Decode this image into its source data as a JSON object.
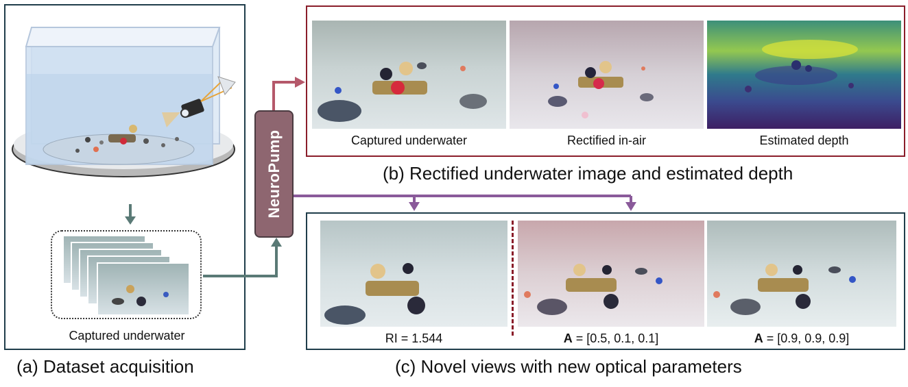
{
  "panel_a": {
    "title": "(a) Dataset acquisition",
    "stack_caption": "Captured underwater"
  },
  "pump": {
    "label": "NeuroPump"
  },
  "panel_b": {
    "title": "(b) Rectified underwater image and estimated depth",
    "images": [
      {
        "caption": "Captured underwater"
      },
      {
        "caption": "Rectified in-air"
      },
      {
        "caption": "Estimated depth"
      }
    ]
  },
  "panel_c": {
    "title": "(c) Novel views with new optical parameters",
    "images": [
      {
        "caption": "RI = 1.544"
      },
      {
        "caption_bold": "A",
        "caption_rest": " = [0.5, 0.1, 0.1]"
      },
      {
        "caption_bold": "A",
        "caption_rest": " = [0.9, 0.9, 0.9]"
      }
    ]
  },
  "colors": {
    "dark_teal": "#1f3d4a",
    "arrow_teal": "#5a7a76",
    "arrow_red": "#b5586a",
    "arrow_purple": "#8a5a9a",
    "panel_red": "#8a1d2a",
    "pump_fill": "#8e6670"
  }
}
